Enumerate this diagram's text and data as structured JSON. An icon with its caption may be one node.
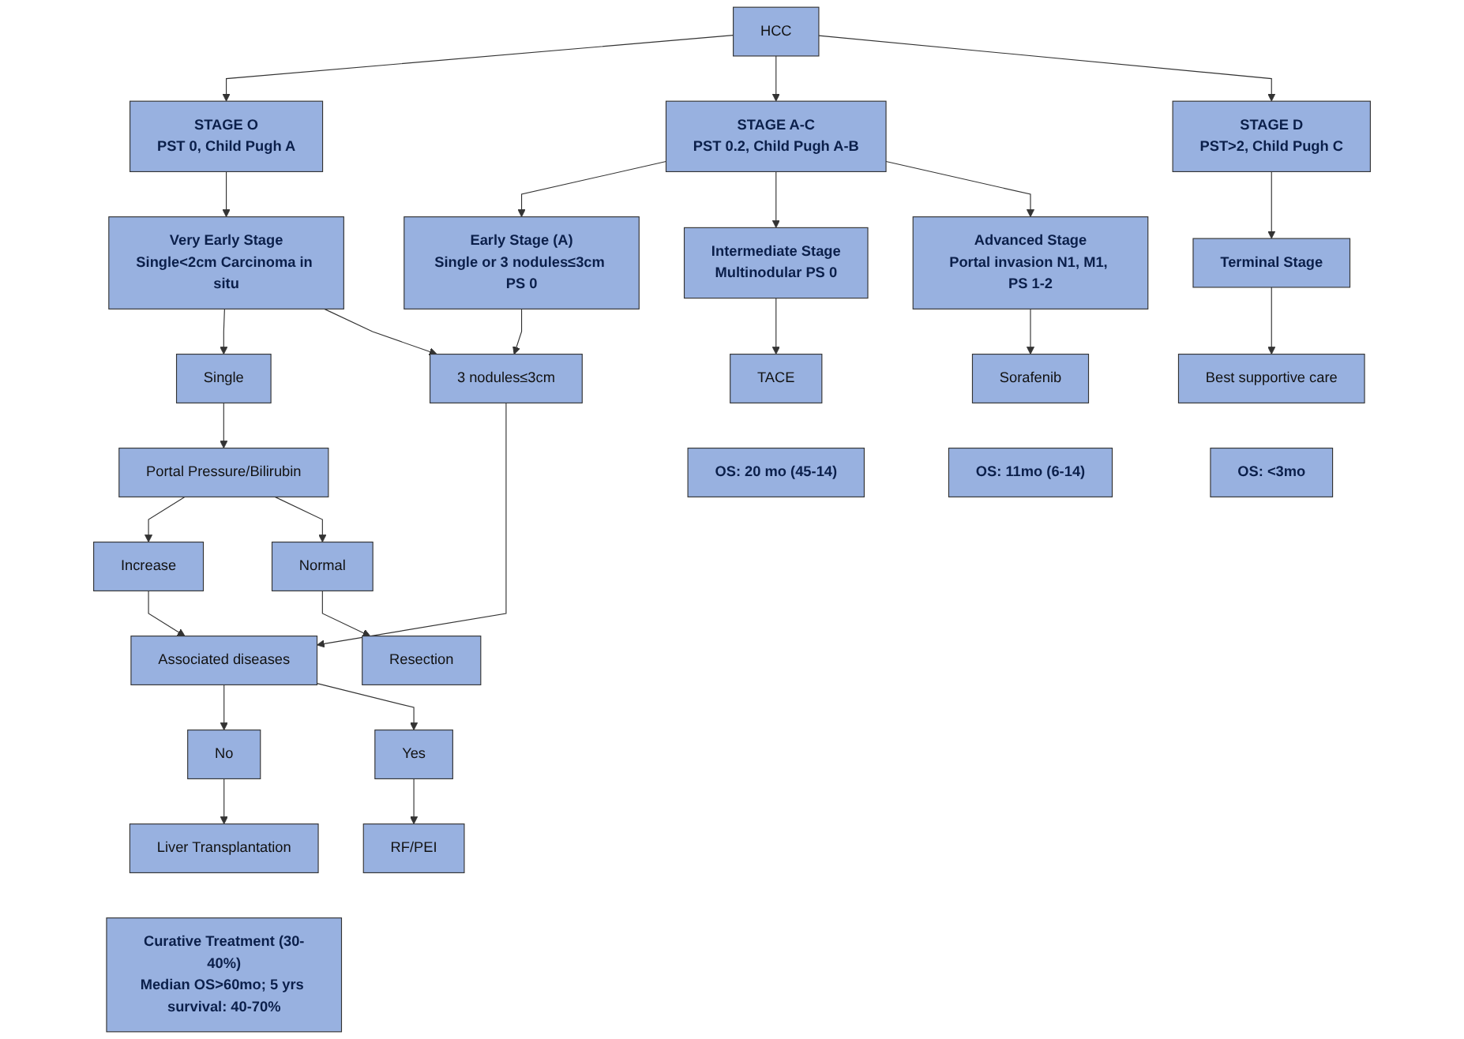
{
  "diagram": {
    "nodes": [
      {
        "text": [
          "HCC"
        ]
      },
      {
        "text": [
          "STAGE O",
          "PST 0, Child Pugh A"
        ]
      },
      {
        "text": [
          "STAGE A-C",
          "PST 0.2, Child Pugh A-B"
        ]
      },
      {
        "text": [
          "STAGE D",
          "PST>2, Child Pugh C"
        ]
      },
      {
        "text": [
          "Very Early Stage",
          "Single<2cm Carcinoma in situ"
        ]
      },
      {
        "text": [
          "Early Stage (A)",
          "Single or 3 nodules≤3cm PS 0"
        ]
      },
      {
        "text": [
          "Intermediate Stage",
          "Multinodular PS 0"
        ]
      },
      {
        "text": [
          "Advanced Stage",
          "Portal invasion N1, M1, PS 1-2"
        ]
      },
      {
        "text": [
          "Terminal Stage"
        ]
      },
      {
        "text": [
          "Single"
        ]
      },
      {
        "text": [
          "3 nodules≤3cm"
        ]
      },
      {
        "text": [
          "Portal Pressure/Bilirubin"
        ]
      },
      {
        "text": [
          "Increase"
        ]
      },
      {
        "text": [
          "Associated diseases"
        ]
      },
      {
        "text": [
          "Normal"
        ]
      },
      {
        "text": [
          "No"
        ]
      },
      {
        "text": [
          "Yes"
        ]
      },
      {
        "text": [
          "Resection"
        ]
      },
      {
        "text": [
          "Liver Transplantation"
        ]
      },
      {
        "text": [
          "RF/PEI"
        ]
      },
      {
        "text": [
          "TACE"
        ]
      },
      {
        "text": [
          "Sorafenib"
        ]
      },
      {
        "text": [
          "Best supportive care"
        ]
      },
      {
        "text": [
          "Curative Treatment (30-40%)",
          "Median OS>60mo; 5 yrs survival: 40-70%"
        ]
      },
      {
        "text": [
          "OS: 20 mo (45-14)"
        ]
      },
      {
        "text": [
          "OS: 11mo (6-14)"
        ]
      },
      {
        "text": [
          "OS: <3mo"
        ]
      }
    ],
    "edges": [
      {
        "from": 0,
        "to": 1,
        "arrow": "to"
      },
      {
        "from": 0,
        "to": 2,
        "arrow": "to"
      },
      {
        "from": 0,
        "to": 3,
        "arrow": "to"
      },
      {
        "from": 1,
        "to": 4,
        "arrow": "to"
      },
      {
        "from": 2,
        "to": 5,
        "arrow": "to"
      },
      {
        "from": 2,
        "to": 6,
        "arrow": "to"
      },
      {
        "from": 2,
        "to": 7,
        "arrow": "to"
      },
      {
        "from": 3,
        "to": 8,
        "arrow": "to"
      },
      {
        "from": 4,
        "to": 9,
        "arrow": "to"
      },
      {
        "from": 4,
        "to": 10,
        "arrow": "to"
      },
      {
        "from": 5,
        "to": 10,
        "arrow": "to"
      },
      {
        "from": 9,
        "to": 11,
        "arrow": "to"
      },
      {
        "from": 11,
        "to": 12,
        "arrow": "to"
      },
      {
        "from": 11,
        "to": 14,
        "arrow": "to"
      },
      {
        "from": 12,
        "to": 13,
        "arrow": "to"
      },
      {
        "from": 10,
        "to": 13,
        "arrow": "to"
      },
      {
        "from": 13,
        "to": 15,
        "arrow": "to"
      },
      {
        "from": 13,
        "to": 16,
        "arrow": "to"
      },
      {
        "from": 14,
        "to": 17,
        "arrow": "to"
      },
      {
        "from": 15,
        "to": 18,
        "arrow": "to"
      },
      {
        "from": 16,
        "to": 19,
        "arrow": "to"
      },
      {
        "from": 6,
        "to": 20,
        "arrow": "to"
      },
      {
        "from": 7,
        "to": 21,
        "arrow": "to"
      },
      {
        "from": 8,
        "to": 22,
        "arrow": "to"
      }
    ]
  }
}
